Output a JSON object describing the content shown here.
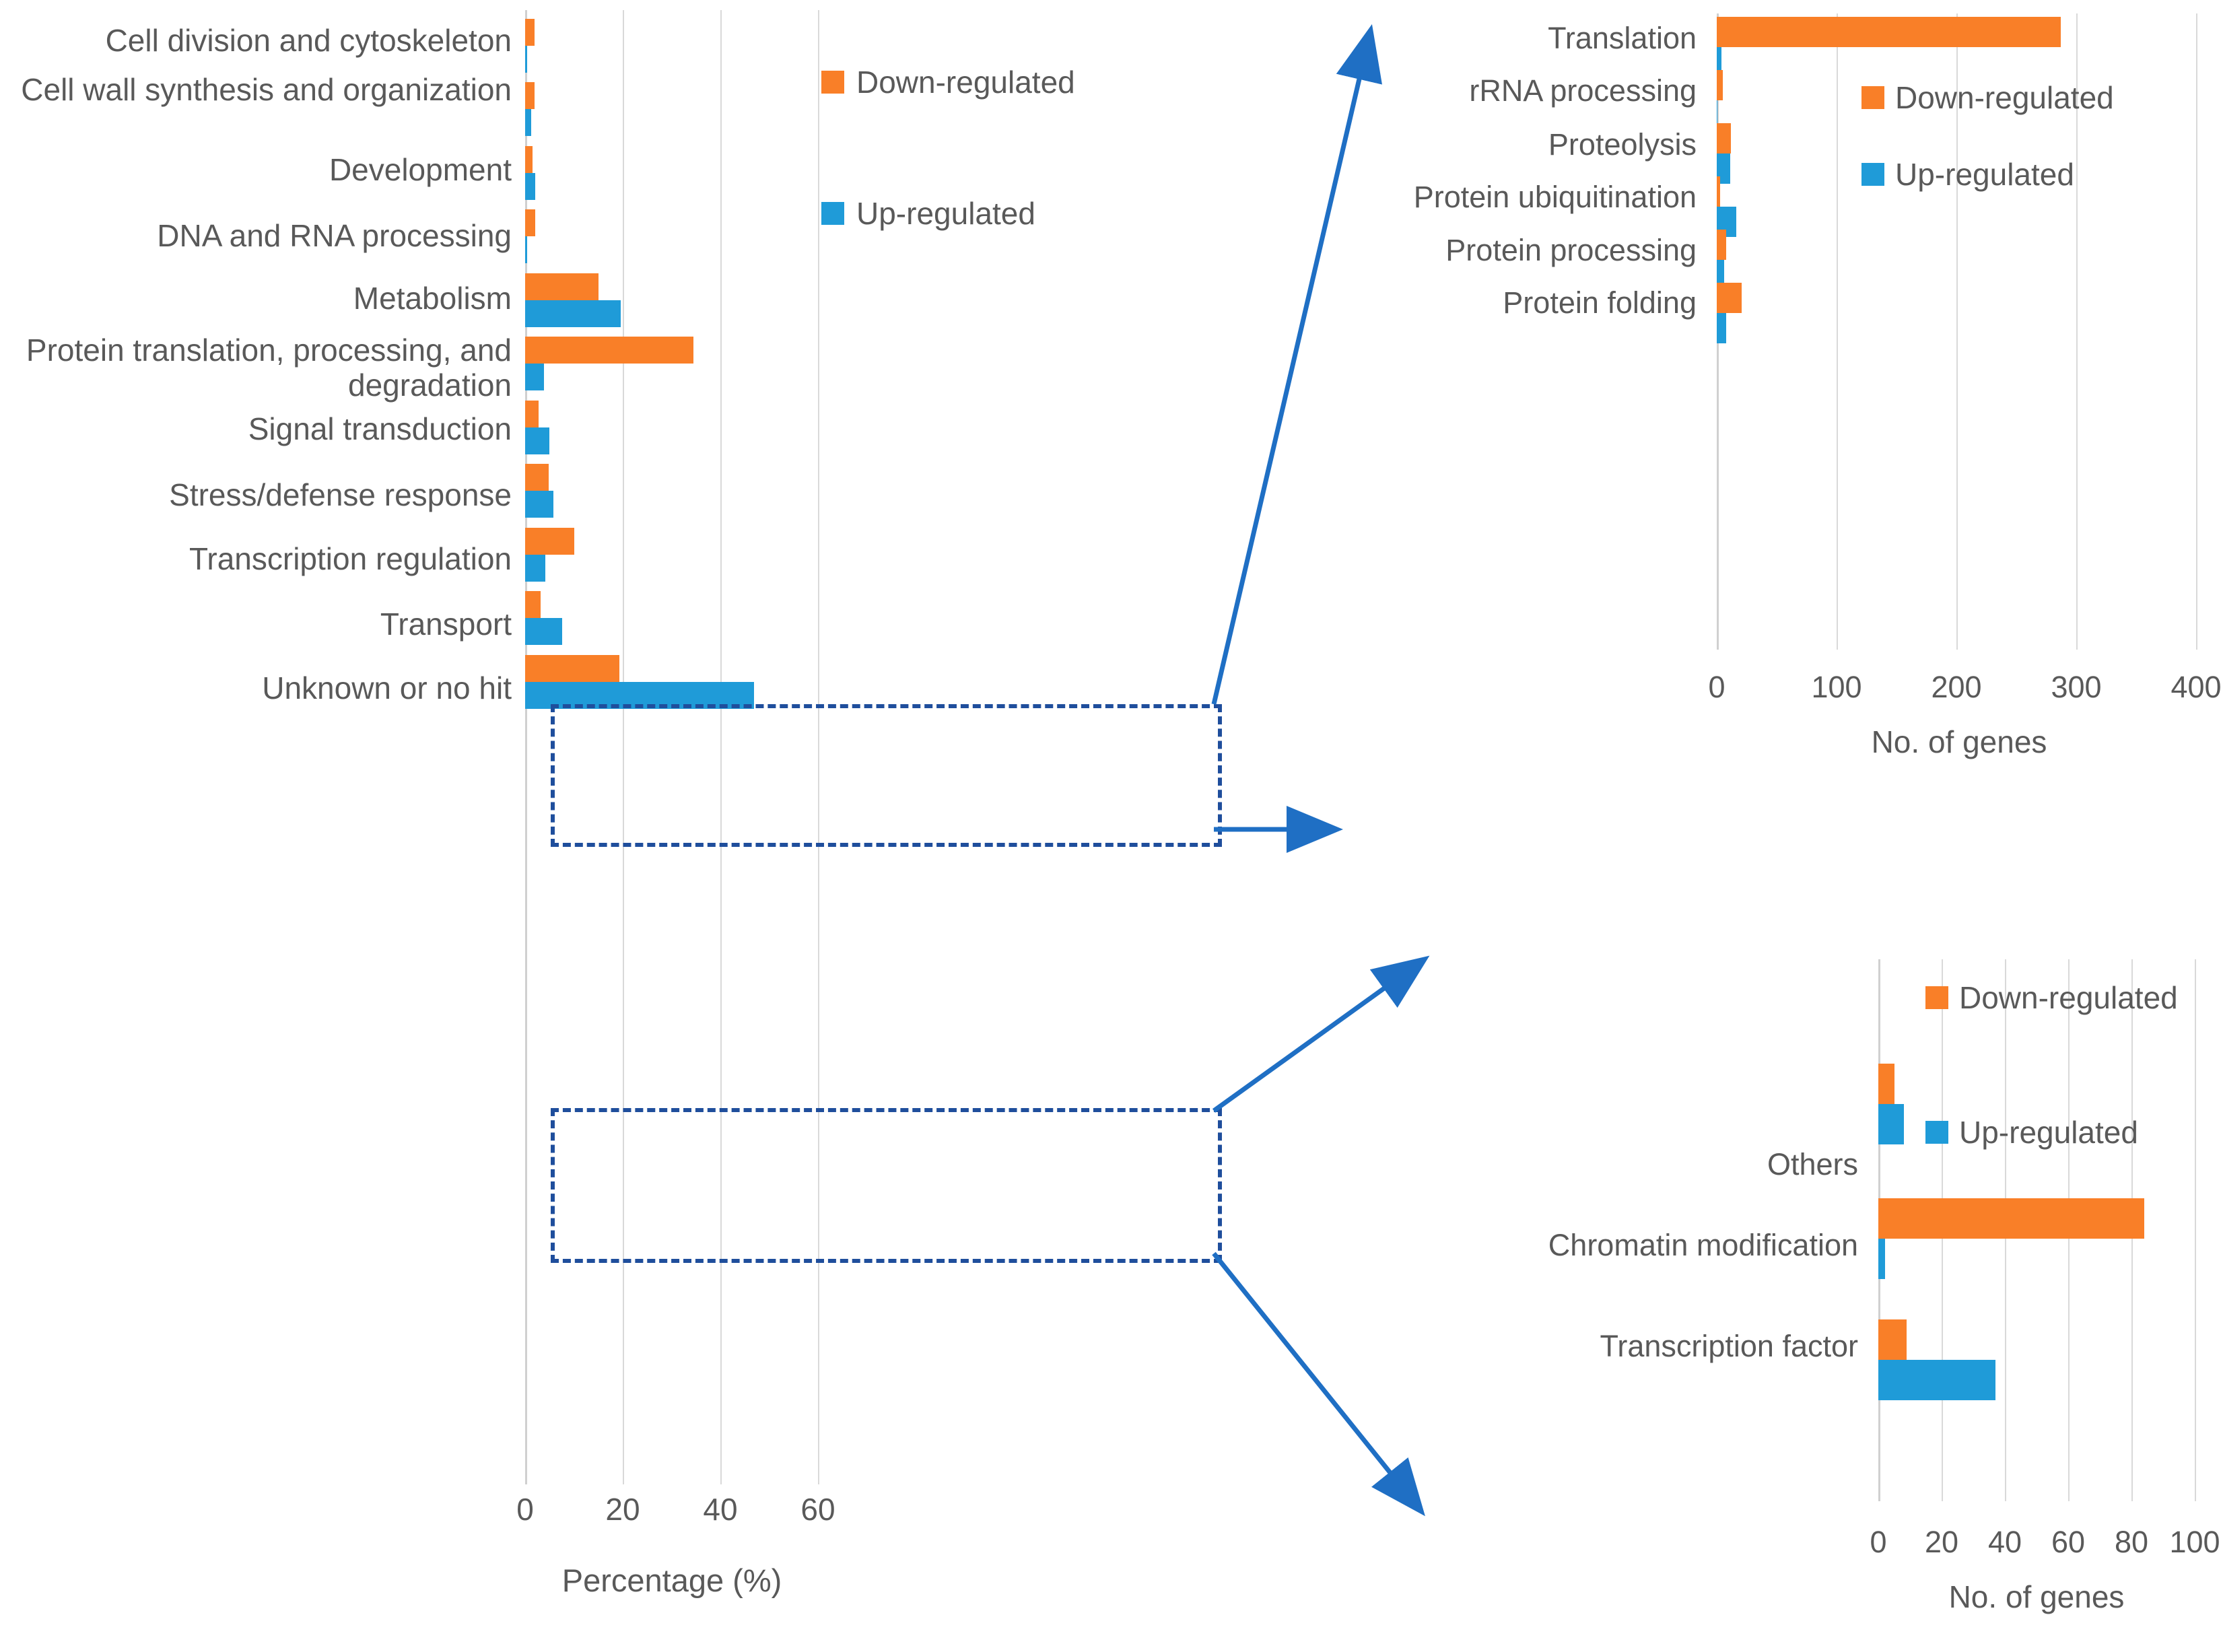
{
  "legend": {
    "down_label": "Down-regulated",
    "up_label": "Up-regulated",
    "down_color": "#f97f28",
    "up_color": "#1f9bd8"
  },
  "chart_data": [
    {
      "id": "main",
      "type": "bar",
      "orientation": "horizontal",
      "title": "",
      "xlabel": "Percentage (%)",
      "ylabel": "",
      "xlim": [
        0,
        60
      ],
      "xticks": [
        0,
        20,
        40,
        60
      ],
      "grid": true,
      "legend_position": "top-center-inside",
      "categories": [
        "Cell division and cytoskeleton",
        "Cell wall synthesis and organization",
        "Development",
        "DNA and RNA processing",
        "Metabolism",
        "Protein translation, processing, and degradation",
        "Signal transduction",
        "Stress/defense response",
        "Transcription regulation",
        "Transport",
        "Unknown or no hit"
      ],
      "series": [
        {
          "name": "Down-regulated",
          "color": "#f97f28",
          "values": [
            1.9,
            1.9,
            1.5,
            2.0,
            15.0,
            34.5,
            2.8,
            4.8,
            10.0,
            3.2,
            19.3
          ]
        },
        {
          "name": "Up-regulated",
          "color": "#1f9bd8",
          "values": [
            0.4,
            1.2,
            2.1,
            0.4,
            19.6,
            3.9,
            5.0,
            5.8,
            4.2,
            7.6,
            46.9
          ]
        }
      ]
    },
    {
      "id": "inset-protein",
      "type": "bar",
      "orientation": "horizontal",
      "title": "",
      "xlabel": "No. of genes",
      "ylabel": "",
      "xlim": [
        0,
        400
      ],
      "xticks": [
        0,
        100,
        200,
        300,
        400
      ],
      "grid": true,
      "legend_position": "inside-right",
      "categories": [
        "Translation",
        "rRNA processing",
        "Proteolysis",
        "Protein ubiquitination",
        "Protein processing",
        "Protein folding"
      ],
      "series": [
        {
          "name": "Down-regulated",
          "color": "#f97f28",
          "values": [
            287,
            5,
            12,
            3,
            8,
            21
          ]
        },
        {
          "name": "Up-regulated",
          "color": "#1f9bd8",
          "values": [
            4,
            0,
            11,
            16,
            6,
            8
          ]
        }
      ]
    },
    {
      "id": "inset-transcription",
      "type": "bar",
      "orientation": "horizontal",
      "title": "",
      "xlabel": "No. of genes",
      "ylabel": "",
      "xlim": [
        0,
        100
      ],
      "xticks": [
        0,
        20,
        40,
        60,
        80,
        100
      ],
      "grid": true,
      "legend_position": "inside-right",
      "categories": [
        "Others",
        "Chromatin modification",
        "Transcription factor"
      ],
      "series": [
        {
          "name": "Down-regulated",
          "color": "#f97f28",
          "values": [
            5,
            84,
            9
          ]
        },
        {
          "name": "Up-regulated",
          "color": "#1f9bd8",
          "values": [
            8,
            2,
            37
          ]
        }
      ]
    }
  ],
  "callouts": {
    "protein_box_label": "Protein translation, processing, and degradation",
    "transcription_box_label": "Transcription regulation",
    "line_color": "#1f4e9c"
  }
}
